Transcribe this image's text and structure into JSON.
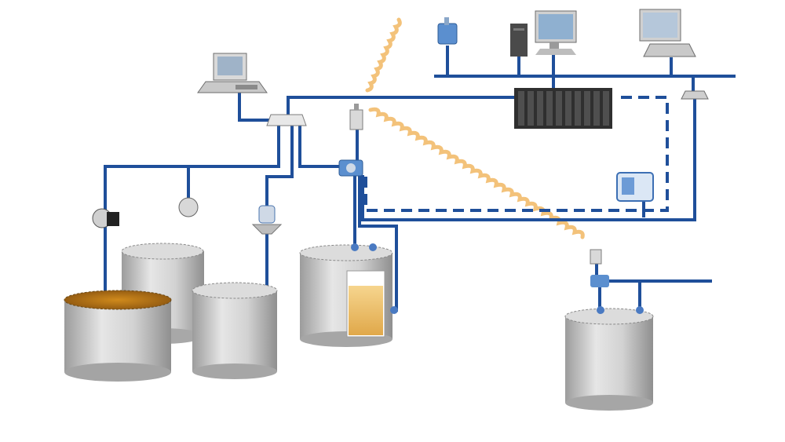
{
  "diagram": {
    "type": "tank-gauging-network",
    "text_labels": [],
    "colors": {
      "network_line": "#1f4f9a",
      "wireless_signal": "#f3c27a",
      "tank_body": "#c9c9c9",
      "liquid": "#e8b650"
    },
    "components": [
      "workstation-top-left",
      "server-tower",
      "operator-workstation",
      "workstation-top-right",
      "wireless-gateway",
      "control-system-rack",
      "network-switch-left",
      "network-switch-right",
      "field-communication-unit",
      "tank-1-open-top",
      "tank-2",
      "tank-3",
      "tank-4-with-level-window",
      "tank-5-remote"
    ]
  }
}
